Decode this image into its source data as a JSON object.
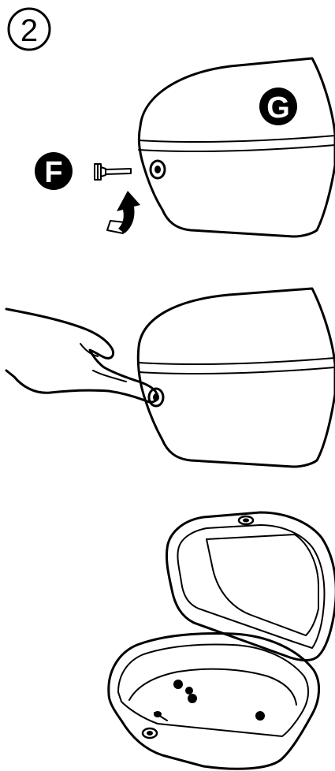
{
  "step": {
    "number": "2"
  },
  "callouts": {
    "screw": "F",
    "lid": "G"
  },
  "icons": {
    "step_badge": "circled-number-icon",
    "screw": "screw-icon",
    "rotation": "curved-arrow-icon",
    "hand": "hand-icon",
    "case_closed": "top-case-icon",
    "case_open": "open-top-case-icon"
  },
  "colors": {
    "ink": "#000000",
    "paper": "#ffffff"
  }
}
